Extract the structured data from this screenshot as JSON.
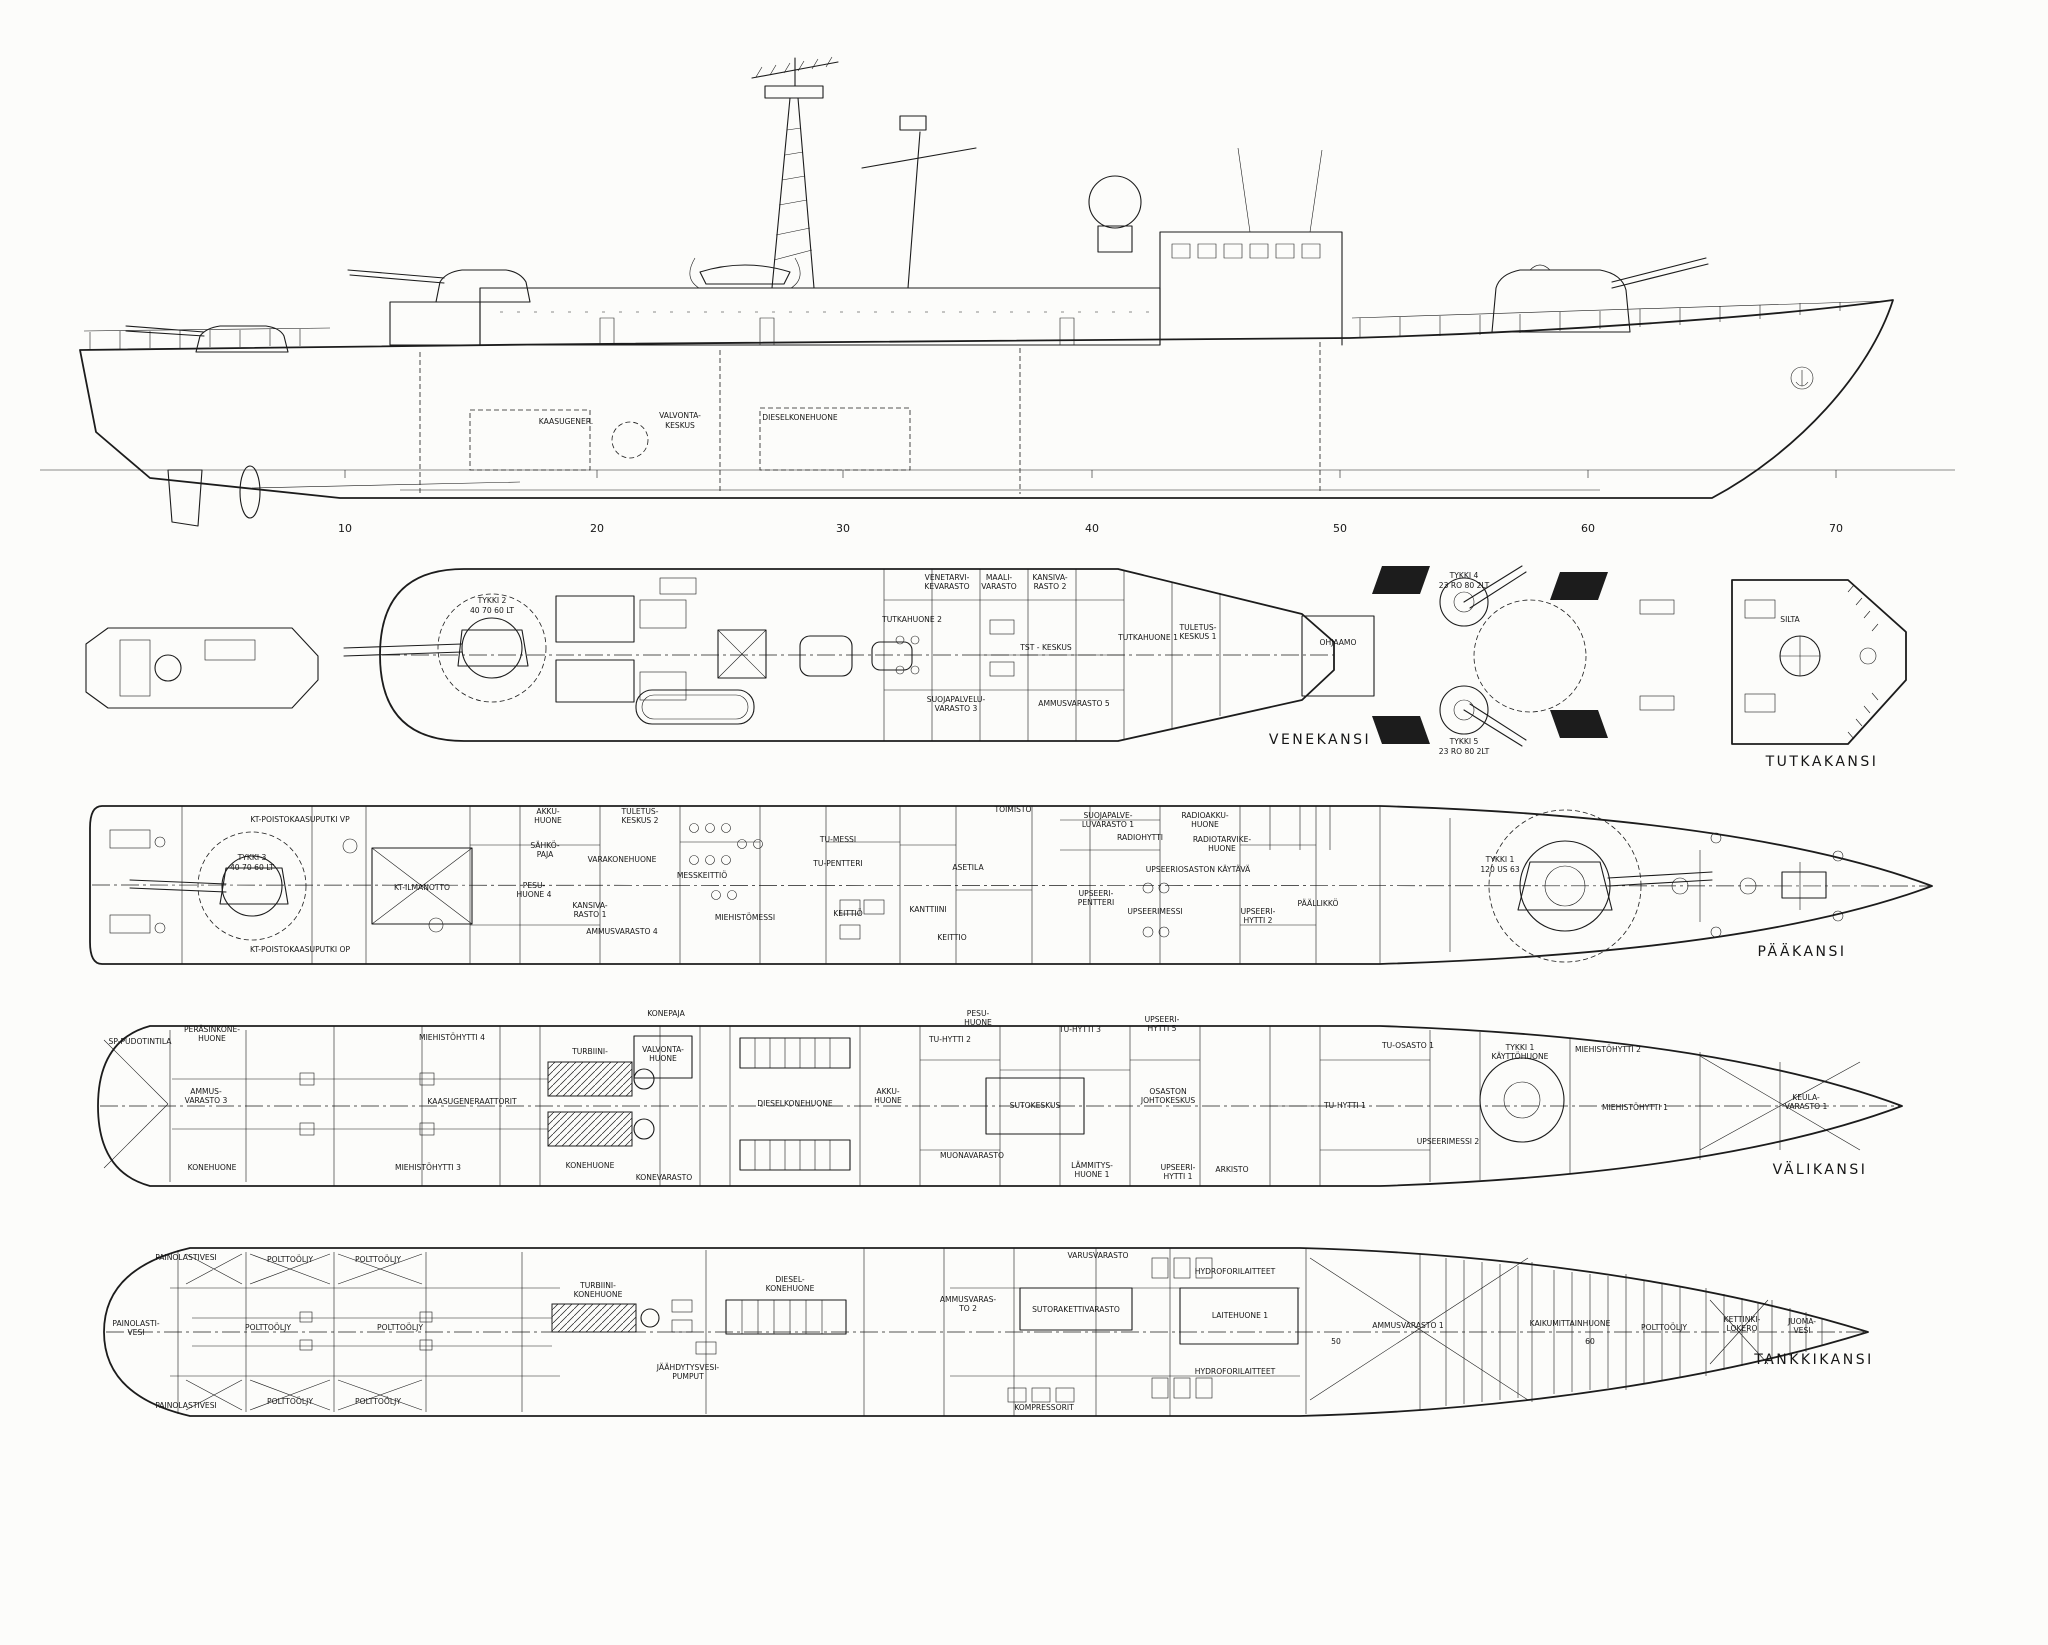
{
  "page": {
    "paper_color": "#fcfcfa",
    "ink_color": "#1c1c1c",
    "drawing_type": "ship general arrangement blueprint"
  },
  "profile": {
    "interior_labels": [
      "KAASUGENER.",
      "VALVONTA-",
      "KESKUS",
      "DIESELKONEHUONE"
    ],
    "scale": [
      "10",
      "20",
      "30",
      "40",
      "50",
      "60",
      "70"
    ]
  },
  "decks": [
    {
      "name": "VENEKANSI",
      "rooms": [
        "TYKKI 2",
        "40 70 60 LT",
        "VENETARVI-",
        "KEVARASTO",
        "MAALI-",
        "VARASTO",
        "KANSIVA-",
        "RASTO 2",
        "TUTKAHUONE 2",
        "TST - KESKUS",
        "TUTKAHUONE 1",
        "TULETUS-",
        "KESKUS 1",
        "SUOJAPALVELU-",
        "VARASTO 3",
        "AMMUSVARASTO 5",
        "OHJAAMO",
        "TYKKI 4",
        "23 RO 80 2LT",
        "TYKKI 5",
        "23 RO 80 2LT"
      ]
    },
    {
      "name": "TUTKAKANSI",
      "rooms": [
        "SILTA"
      ]
    },
    {
      "name": "PÄÄKANSI",
      "rooms": [
        "KT-POISTOKAASUPUTKI VP",
        "KT-POISTOKAASUPUTKI OP",
        "TYKKI 3",
        "40 70 60 LT",
        "KT-ILMANOTTO",
        "AKKU-",
        "HUONE",
        "SÄHKÖ-",
        "PAJA",
        "TULETUS-",
        "KESKUS 2",
        "PESU-",
        "HUONE 4",
        "VARAKONEHUONE",
        "MESSKEITTIÖ",
        "KANSIVA-",
        "RASTO 1",
        "AMMUSVARASTO 4",
        "MIEHISTÖMESSI",
        "TU-MESSI",
        "TU-PENTTERI",
        "KEITTIÖ",
        "TOIMISTO",
        "SUOJAPALVE-",
        "LUVARASTO 1",
        "ASETILA",
        "KANTTIINI",
        "KEITTIO",
        "RADIOHYTTI",
        "RADIOAKKU-",
        "HUONE",
        "RADIOTARVIKE-",
        "HUONE",
        "UPSEERI-",
        "PENTTERI",
        "UPSEERIMESSI",
        "UPSEERIOSASTON KÄYTÄVÄ",
        "UPSEERI-",
        "HYTTI 2",
        "PÄÄLLIKKÖ",
        "TYKKI 1",
        "120 US 63"
      ]
    },
    {
      "name": "VÄLIKANSI",
      "rooms": [
        "SP-PUDOTINTILA",
        "PERÄSINKONE-",
        "HUONE",
        "AMMUS-",
        "VARASTO 3",
        "KONEHUONE",
        "MIEHISTÖHYTTI 4",
        "MIEHISTÖHYTTI 3",
        "KAASUGENERAATTORIT",
        "TURBIINI-",
        "KONEHUONE",
        "KONEPAJA",
        "VALVONTA-",
        "HUONE",
        "KONEVARASTO",
        "DIESELKONEHUONE",
        "AKKU-",
        "HUONE",
        "PESU-",
        "HUONE",
        "TU-HYTTI 2",
        "TU-HYTTI 3",
        "UPSEERI-",
        "HYTTI 5",
        "SUTOKESKUS",
        "OSASTON",
        "JOHTOKESKUS",
        "MUONAVARASTO",
        "LÄMMITYS-",
        "HUONE 1",
        "UPSEERI-",
        "HYTTI 1",
        "ARKISTO",
        "TU-HYTTI 1",
        "TU-OSASTO 1",
        "UPSEERIMESSI 2",
        "TYKKI 1",
        "KÄYTTÖHUONE",
        "MIEHISTÖHYTTI 2",
        "MIEHISTÖHYTTI 1",
        "KEULA-",
        "VARASTO 1"
      ]
    },
    {
      "name": "TANKKIKANSI",
      "rooms": [
        "PAINOLASTIVESI",
        "PAINOLASTIVESI",
        "POLTTOÖLJY",
        "POLTTOÖLJY",
        "POLTTOÖLJY",
        "POLTTOÖLJY",
        "POLTTOÖLJY",
        "POLTTOÖLJY",
        "PAINOLASTI-",
        "VESI",
        "TURBIINI-",
        "KONEHUONE",
        "JÄÄHDYTYSVESI-",
        "PUMPUT",
        "DIESEL-",
        "KONEHUONE",
        "VARUSVARASTO",
        "HYDROFORILAITTEET",
        "HYDROFORILAITTEET",
        "AMMUSVARAS-",
        "TO 2",
        "SUTORAKETTIVARASTO",
        "LAITEHUONE 1",
        "AMMUSVARASTO 1",
        "KOMPRESSORIT",
        "KAIKUMITTAINHUONE",
        "POLTTOÖLJY",
        "KETTINKI-",
        "LOKERO",
        "JUOMA-",
        "VESI",
        "50",
        "60"
      ]
    }
  ]
}
